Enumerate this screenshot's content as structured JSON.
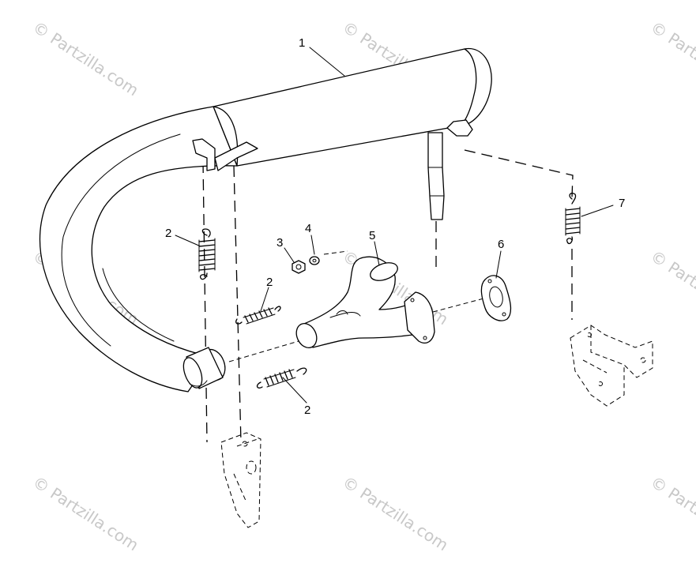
{
  "diagram": {
    "watermark_text": "© Partzilla.com",
    "callouts": {
      "muffler": "1",
      "spring_upper_left": "2",
      "spring_middle": "2",
      "spring_lower": "2",
      "nut": "3",
      "washer": "4",
      "exhaust_pipe": "5",
      "gasket": "6",
      "spring_right": "7"
    }
  }
}
